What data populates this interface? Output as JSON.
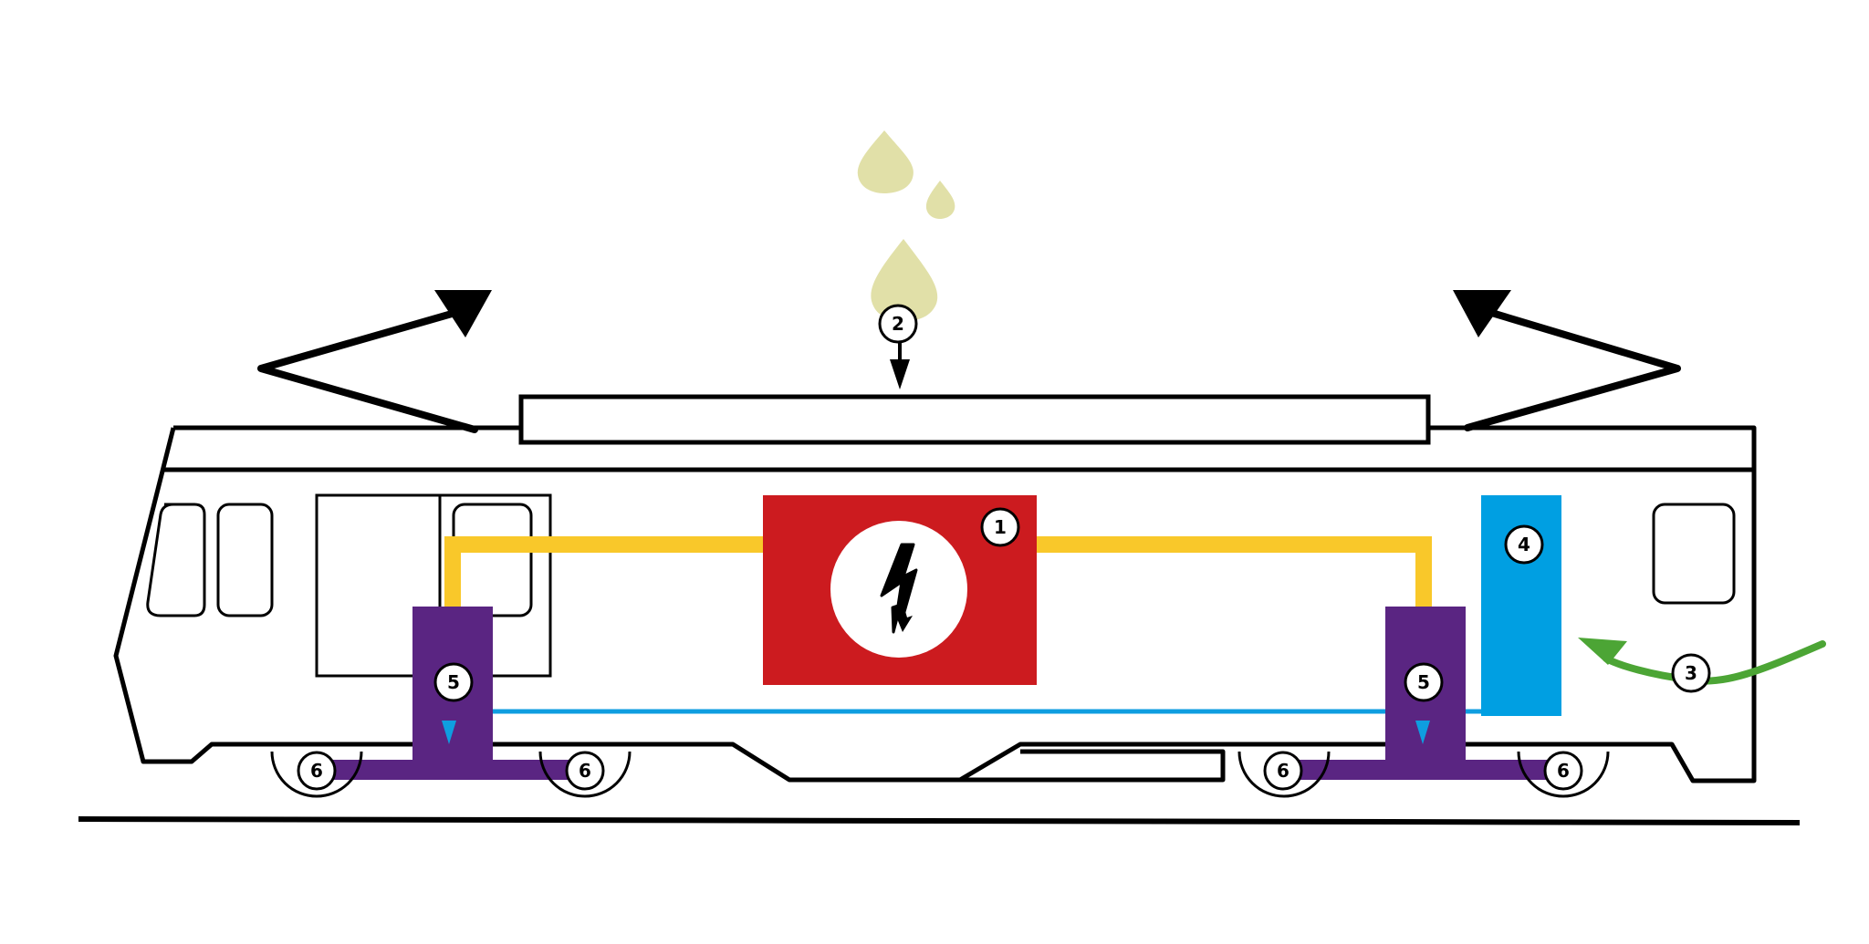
{
  "colors": {
    "outline": "#000000",
    "background": "#ffffff",
    "generator": "#cc1b1f",
    "power_cable": "#f9c82a",
    "battery": "#009fe2",
    "battery_feed": "#0f9ee0",
    "motor": "#5a2582",
    "recovery_arrow": "#4ca535",
    "fuel_drops": "#e1e0a8"
  },
  "icons": {
    "generator": "lightning-bolt-icon",
    "fuel": "fuel-drop-icon"
  },
  "markers": [
    {
      "id": "generator",
      "label": "1"
    },
    {
      "id": "fuel-input",
      "label": "2"
    },
    {
      "id": "energy-recovery",
      "label": "3"
    },
    {
      "id": "battery",
      "label": "4"
    },
    {
      "id": "motor-front",
      "label": "5"
    },
    {
      "id": "motor-rear",
      "label": "5"
    },
    {
      "id": "wheel-1",
      "label": "6"
    },
    {
      "id": "wheel-2",
      "label": "6"
    },
    {
      "id": "wheel-3",
      "label": "6"
    },
    {
      "id": "wheel-4",
      "label": "6"
    }
  ]
}
